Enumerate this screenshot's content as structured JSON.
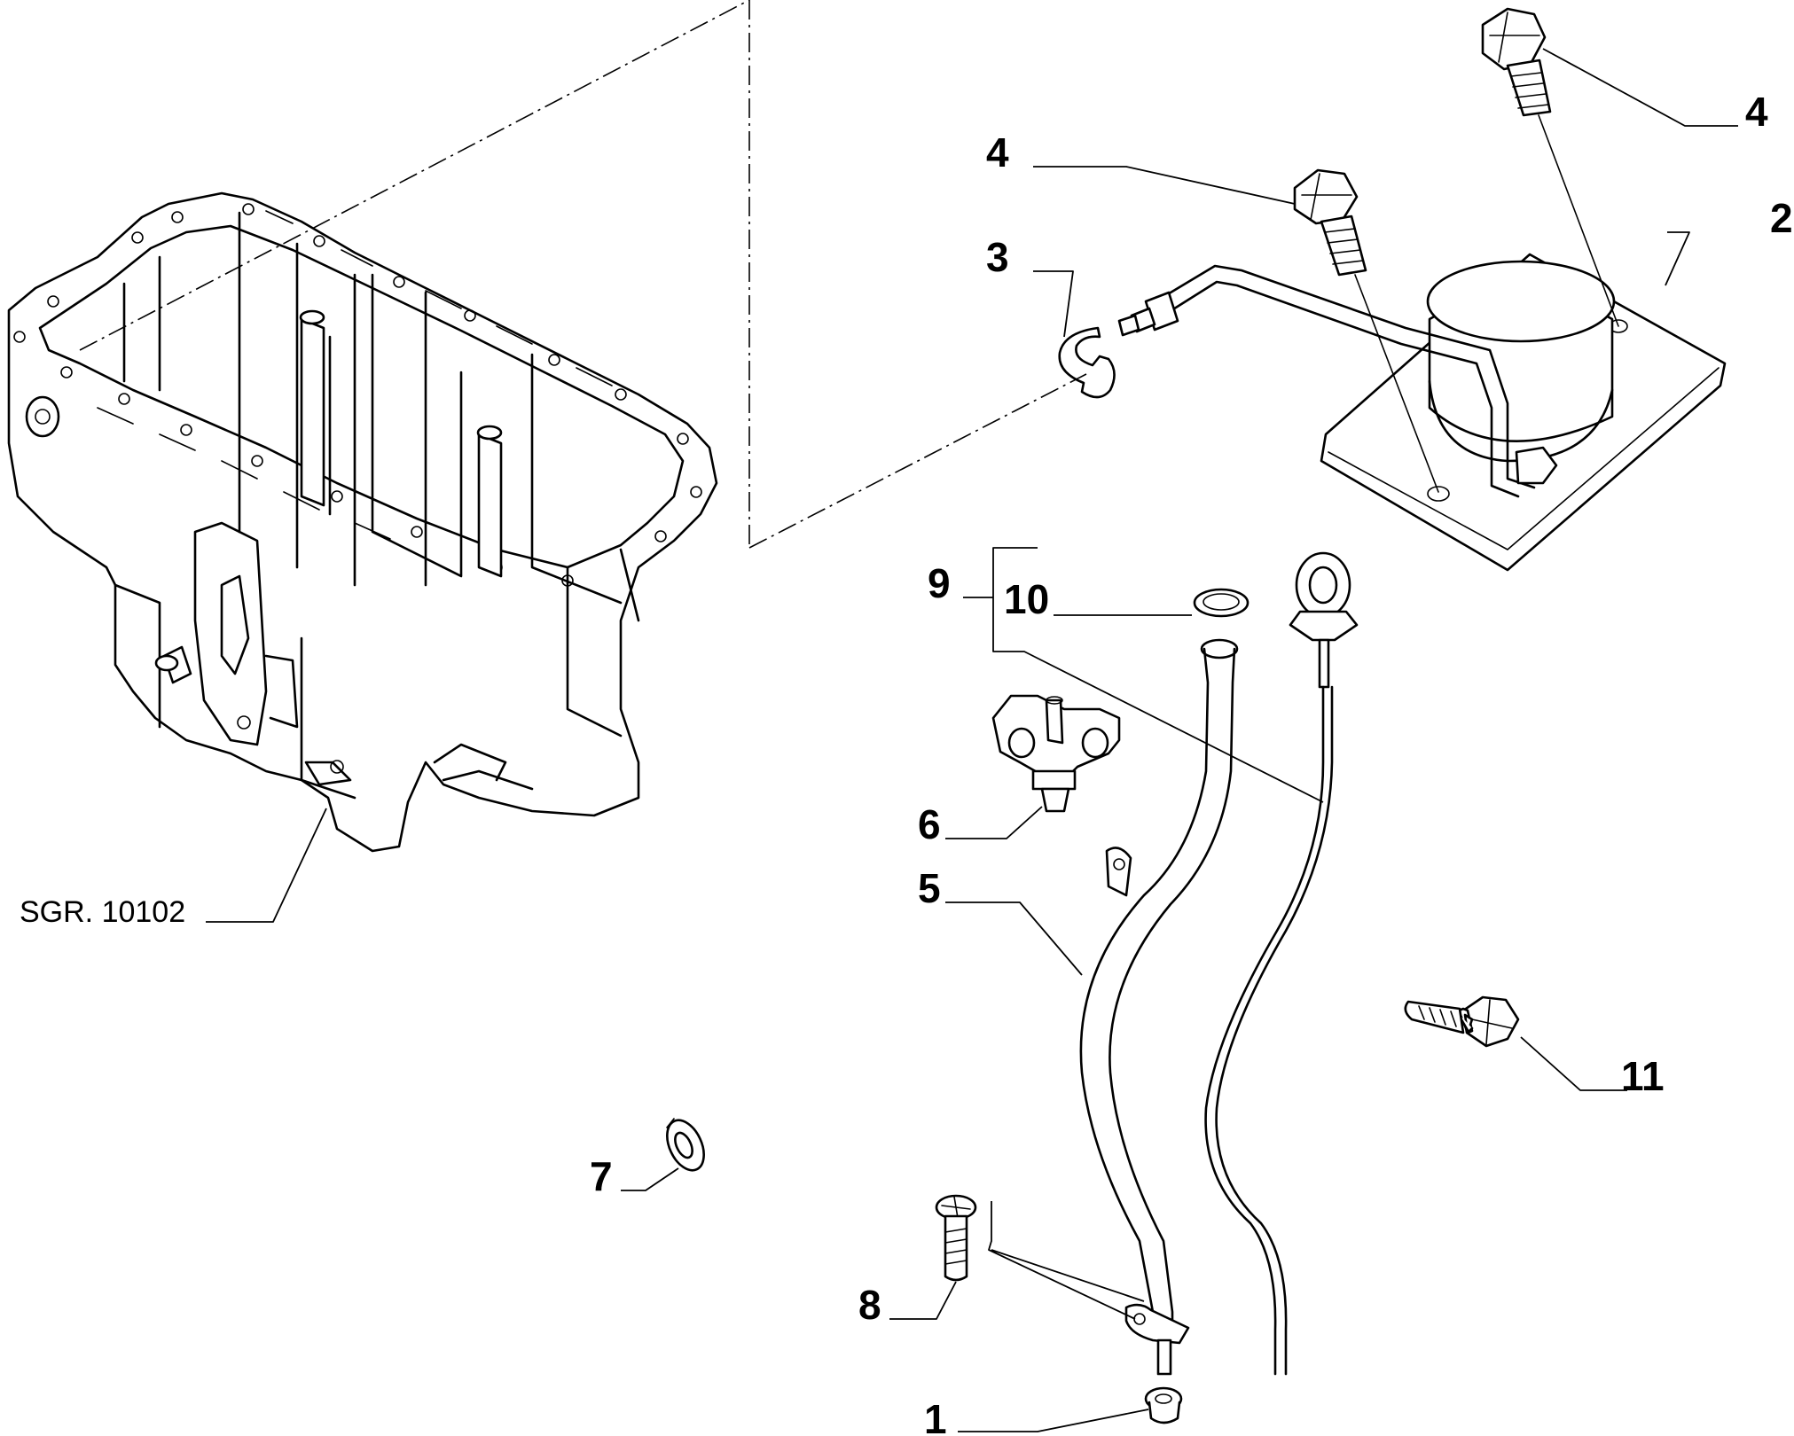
{
  "diagram": {
    "callouts": {
      "c1": "1",
      "c2": "2",
      "c3": "3",
      "c4a": "4",
      "c4b": "4",
      "c5": "5",
      "c6": "6",
      "c7": "7",
      "c8": "8",
      "c9": "9",
      "c10": "10",
      "c11": "11"
    },
    "reference": "SGR. 10102"
  }
}
